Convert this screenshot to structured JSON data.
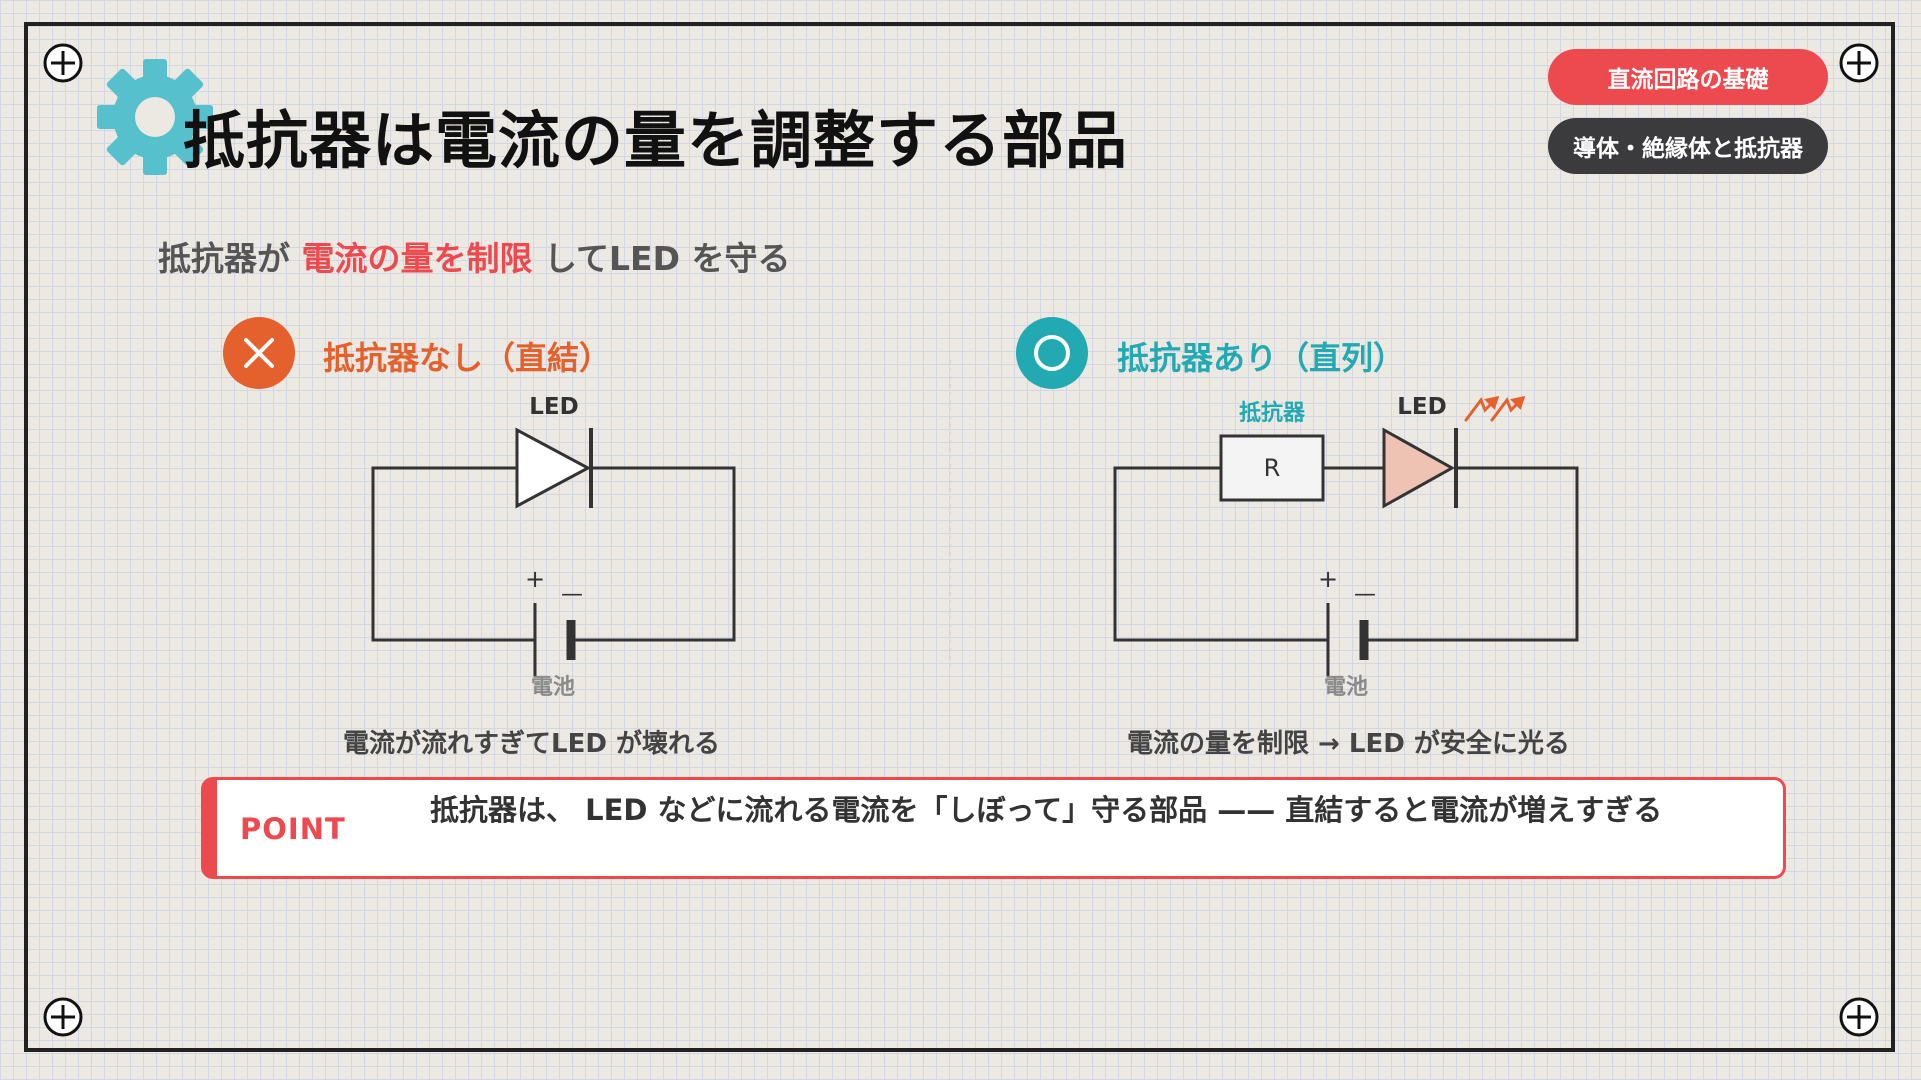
{
  "title": "抵抗器は電流の量を調整する部品",
  "tags": [
    "直流回路の基礎",
    "導体・絶縁体と抵抗器"
  ],
  "subtitle": {
    "prefix": "抵抗器が ",
    "highlight": "電流の量を制限",
    "suffix": " してLED を守る"
  },
  "left": {
    "heading": "抵抗器なし（直結）",
    "led_label": "LED",
    "plus": "+",
    "minus": "—",
    "battery_label": "電池",
    "caption": "電流が流れすぎてLED が壊れる"
  },
  "right": {
    "heading": "抵抗器あり（直列）",
    "resistor_label": "抵抗器",
    "resistor_symbol": "R",
    "led_label": "LED",
    "plus": "+",
    "minus": "—",
    "battery_label": "電池",
    "caption": "電流の量を制限 → LED が安全に光る"
  },
  "point": {
    "label": "POINT",
    "text": "抵抗器は、 LED などに流れる電流を「しぼって」守る部品 —— 直結すると電流が増えすぎる"
  },
  "colors": {
    "accent_red": "#ec4a4f",
    "accent_orange": "#e4602c",
    "accent_teal": "#22a9b2",
    "gear_teal": "#56c0cc",
    "led_fill": "#eec3b4",
    "dark": "#3b3b3e"
  },
  "icons": [
    "plus-screw-icon",
    "gear-icon",
    "cross-icon",
    "circle-icon",
    "light-ray-icon"
  ]
}
